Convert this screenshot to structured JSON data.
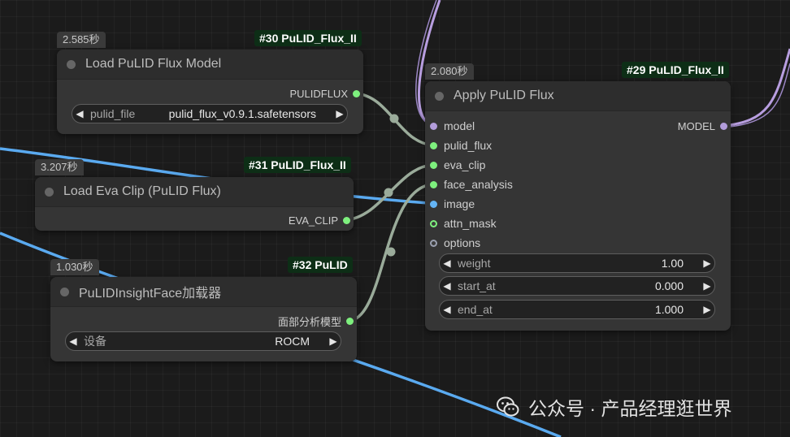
{
  "nodes": [
    {
      "timing": "2.585秒",
      "badge": "#30 PuLID_Flux_II",
      "title": "Load PuLID Flux Model",
      "output": "PULIDFLUX",
      "widget": {
        "label": "pulid_file",
        "value": "pulid_flux_v0.9.1.safetensors"
      }
    },
    {
      "timing": "3.207秒",
      "badge": "#31 PuLID_Flux_II",
      "title": "Load Eva Clip (PuLID Flux)",
      "output": "EVA_CLIP"
    },
    {
      "timing": "1.030秒",
      "badge": "#32 PuLID",
      "title": "PuLIDInsightFace加载器",
      "output": "面部分析模型",
      "widget": {
        "label": "设备",
        "value": "ROCM"
      }
    },
    {
      "timing": "2.080秒",
      "badge": "#29 PuLID_Flux_II",
      "title": "Apply PuLID Flux",
      "output": "MODEL",
      "inputs": [
        "model",
        "pulid_flux",
        "eva_clip",
        "face_analysis",
        "image",
        "attn_mask",
        "options"
      ],
      "widgets": [
        {
          "label": "weight",
          "value": "1.00"
        },
        {
          "label": "start_at",
          "value": "0.000"
        },
        {
          "label": "end_at",
          "value": "1.000"
        }
      ]
    }
  ],
  "colors": {
    "model": "#b39ddb",
    "green_slot": "#7ef07e",
    "image": "#64b5f6",
    "image_wire": "#5aaaf0",
    "link_wire": "#9aab9a",
    "model_wire": "#b89ee0",
    "badge_bg": "#0d2e16"
  },
  "watermark": {
    "icon": "wechat-icon",
    "text": "公众号 · 产品经理逛世界"
  }
}
